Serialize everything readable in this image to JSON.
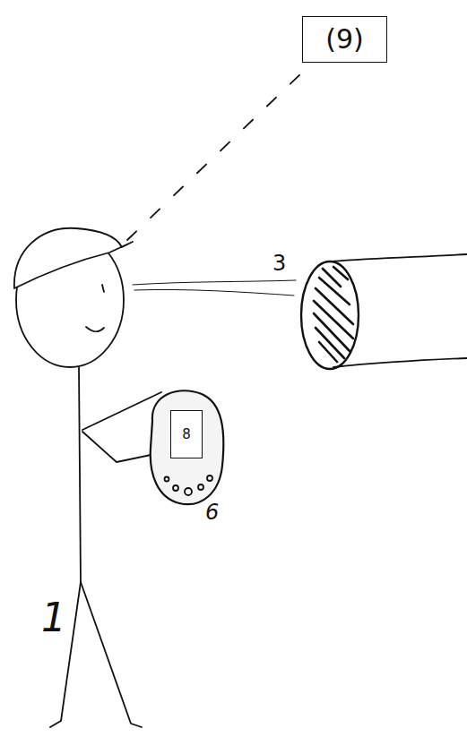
{
  "diagram": {
    "nodes": [
      {
        "text": [
          "(9)"
        ]
      },
      {
        "text": [
          "8"
        ]
      }
    ],
    "labels": [
      "3",
      "6",
      "1"
    ]
  }
}
